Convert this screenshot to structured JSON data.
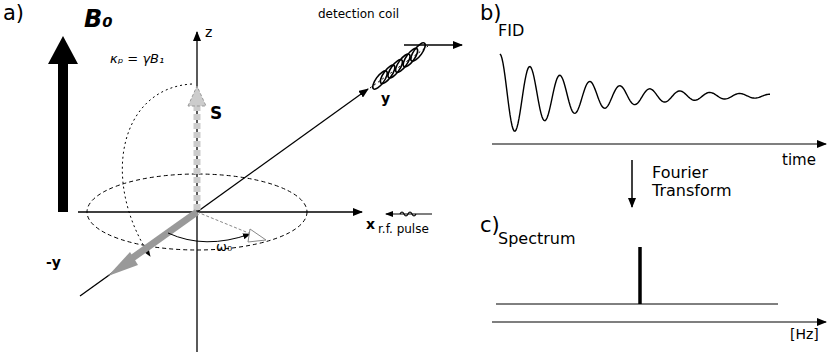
{
  "diagram": {
    "labels": [
      "a)",
      "B₀",
      "κₚ = γB₁",
      "z",
      "S",
      "detection coil",
      "y",
      "x",
      "r.f. pulse",
      "-y",
      "ω₀",
      "b)",
      "FID",
      "time",
      "Fourier Transform",
      "c)",
      "Spectrum",
      "[Hz]"
    ]
  }
}
